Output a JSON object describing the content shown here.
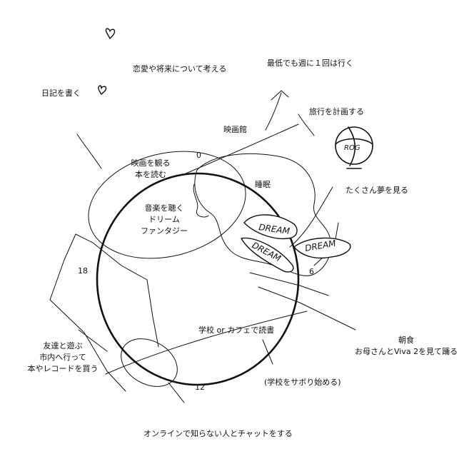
{
  "labels": {
    "love_future": "恋愛や将来について考える",
    "weekly": "最低でも週に１回は行く",
    "diary": "日記を書く",
    "plan_trip": "旅行を計画する",
    "cinema": "映画館",
    "movie_book_1": "映画を観る",
    "movie_book_2": "本を読む",
    "sleep": "睡眠",
    "many_dreams": "たくさん夢を見る",
    "music_1": "音楽を聴く",
    "music_2": "ドリーム",
    "music_3": "ファンタジー",
    "friends_1": "友達と遊ぶ",
    "friends_2": "市内へ行って",
    "friends_3": "本やレコードを買う",
    "school_cafe": "学校 or カフェで読書",
    "breakfast_1": "朝食",
    "breakfast_2": "お母さんとViva 2を見て踊る",
    "skip_school": "(学校をサボり始める)",
    "online_chat": "オンラインで知らない人とチャットをする"
  },
  "clock": {
    "h0": "0",
    "h6": "6",
    "h12": "12",
    "h18": "18"
  },
  "doodles": {
    "dream_word": "DREAM",
    "globe_word": "ROG"
  },
  "colors": {
    "ink": "#111111",
    "paper": "#ffffff"
  }
}
